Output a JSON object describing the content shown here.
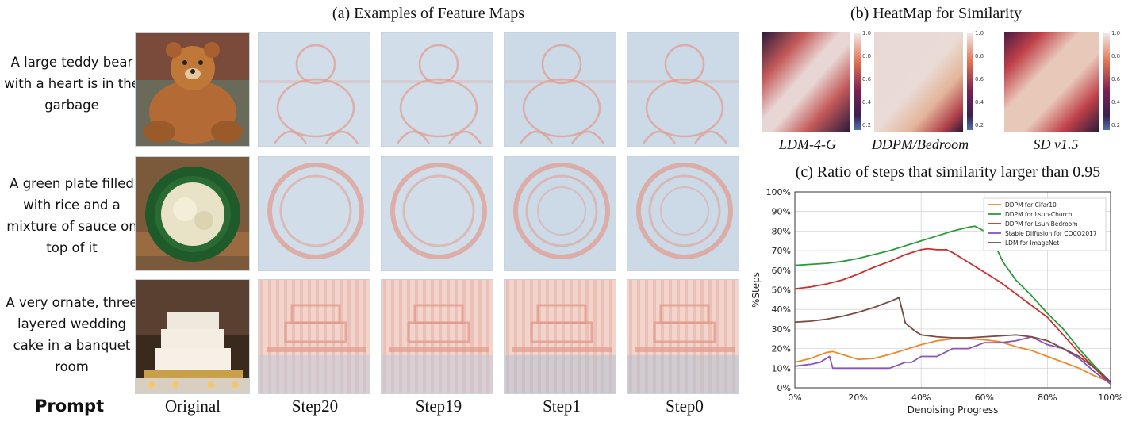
{
  "section_a": {
    "title": "(a) Examples of Feature Maps",
    "prompts": [
      "A large teddy bear with a heart is in the garbage",
      "A green plate filled with rice and a mixture of sauce on top of it",
      "A very ornate, three layered wedding cake in a banquet room"
    ],
    "prompt_label": "Prompt",
    "columns": [
      "Original",
      "Step20",
      "Step19",
      "Step1",
      "Step0"
    ]
  },
  "section_b": {
    "title": "(b) HeatMap for Similarity",
    "heatmaps": [
      "LDM-4-G",
      "DDPM/Bedroom",
      "SD v1.5"
    ],
    "colorbar_ticks": [
      "1.0",
      "0.8",
      "0.6",
      "0.4",
      "0.2"
    ]
  },
  "colors": {
    "cifar10": "#f0882a",
    "church": "#2a9a3a",
    "bedroom": "#cc2f2f",
    "sd": "#8a55b5",
    "ldm": "#7a4b42",
    "feature_blue": "#b8cadc",
    "feature_red": "#e39a8c"
  },
  "chart_data": {
    "type": "line",
    "title": "(c) Ratio of steps that similarity larger than 0.95",
    "xlabel": "Denoising Progress",
    "ylabel": "%Steps",
    "xlim": [
      0,
      100
    ],
    "ylim": [
      0,
      100
    ],
    "x_ticks": [
      "0%",
      "20%",
      "40%",
      "60%",
      "80%",
      "100%"
    ],
    "y_ticks": [
      "0%",
      "10%",
      "20%",
      "30%",
      "40%",
      "50%",
      "60%",
      "70%",
      "80%",
      "90%",
      "100%"
    ],
    "grid": true,
    "legend_position": "top-right",
    "series": [
      {
        "name": "DDPM for Cifar10",
        "color": "#f0882a",
        "x": [
          0,
          5,
          10,
          12,
          15,
          20,
          25,
          30,
          35,
          40,
          45,
          50,
          55,
          60,
          65,
          70,
          75,
          80,
          85,
          90,
          95,
          100
        ],
        "y": [
          13,
          15,
          18,
          18.5,
          17,
          14.5,
          15,
          17,
          19.5,
          22,
          24,
          25,
          25,
          24.5,
          23.5,
          21,
          19,
          16,
          13,
          10,
          6,
          3
        ]
      },
      {
        "name": "DDPM for Lsun-Church",
        "color": "#2a9a3a",
        "x": [
          0,
          5,
          10,
          15,
          20,
          25,
          30,
          35,
          40,
          45,
          50,
          55,
          57,
          60,
          63,
          66,
          70,
          75,
          80,
          85,
          90,
          95,
          100
        ],
        "y": [
          62.5,
          63,
          63.5,
          64.5,
          66,
          68,
          70,
          72.5,
          75,
          77.5,
          80,
          82,
          82.5,
          80,
          74,
          64,
          55,
          47,
          38,
          30,
          20,
          11,
          3
        ]
      },
      {
        "name": "DDPM for Lsun-Bedroom",
        "color": "#cc2f2f",
        "x": [
          0,
          5,
          10,
          15,
          20,
          25,
          30,
          35,
          40,
          42,
          45,
          48,
          50,
          55,
          60,
          65,
          70,
          75,
          80,
          85,
          90,
          95,
          100
        ],
        "y": [
          50.5,
          51.5,
          53,
          55,
          58,
          61.5,
          64.5,
          68,
          70.5,
          71,
          70.5,
          70.5,
          69,
          64,
          59,
          54,
          48,
          42,
          36,
          27,
          18,
          10,
          2
        ]
      },
      {
        "name": "Stable Diffusion for COCO2017",
        "color": "#8a55b5",
        "x": [
          0,
          5,
          8,
          10,
          11,
          12,
          15,
          20,
          25,
          30,
          35,
          37,
          40,
          45,
          50,
          55,
          60,
          65,
          70,
          75,
          80,
          85,
          90,
          95,
          100
        ],
        "y": [
          11,
          12,
          13,
          15,
          16,
          10,
          10,
          10,
          10,
          10,
          13,
          13,
          16,
          16,
          20,
          20,
          23,
          23,
          24,
          26,
          22,
          20,
          15,
          8,
          2
        ]
      },
      {
        "name": "LDM for ImageNet",
        "color": "#7a4b42",
        "x": [
          0,
          5,
          10,
          15,
          20,
          25,
          30,
          33,
          35,
          38,
          40,
          45,
          50,
          55,
          60,
          65,
          70,
          75,
          80,
          85,
          90,
          95,
          100
        ],
        "y": [
          33.5,
          34,
          35,
          36.5,
          38.5,
          41,
          44,
          46,
          33,
          29,
          27,
          26,
          25.5,
          25.5,
          26,
          26.5,
          27,
          26,
          24,
          20,
          16,
          10,
          3
        ]
      }
    ]
  }
}
